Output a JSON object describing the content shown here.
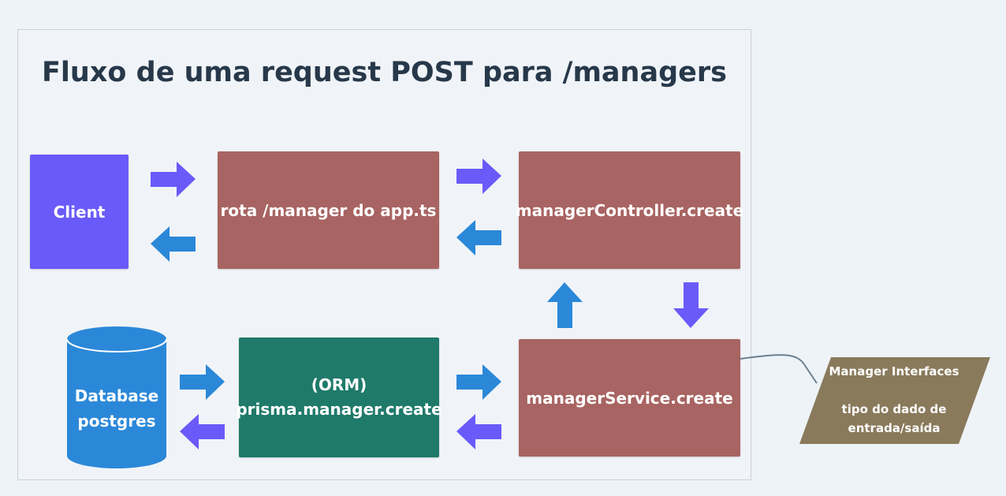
{
  "title": "Fluxo de uma request POST para /managers",
  "nodes": {
    "client": "Client",
    "route": "rota /manager do app.ts",
    "controller": "managerController.create",
    "service": "managerService.create",
    "orm": "(ORM)\nprisma.manager.create",
    "database": "Database\npostgres"
  },
  "note": {
    "text": "Manager Interfaces\n\ntipo do dado de\nentrada/saída"
  },
  "colors": {
    "client": "#6a5af9",
    "handler": "#a86462",
    "orm": "#1f7a6a",
    "database": "#2b88d8",
    "note": "#8a7a5c",
    "arrow_request": "#6a5af9",
    "arrow_response": "#2b88d8",
    "title": "#27384a"
  }
}
